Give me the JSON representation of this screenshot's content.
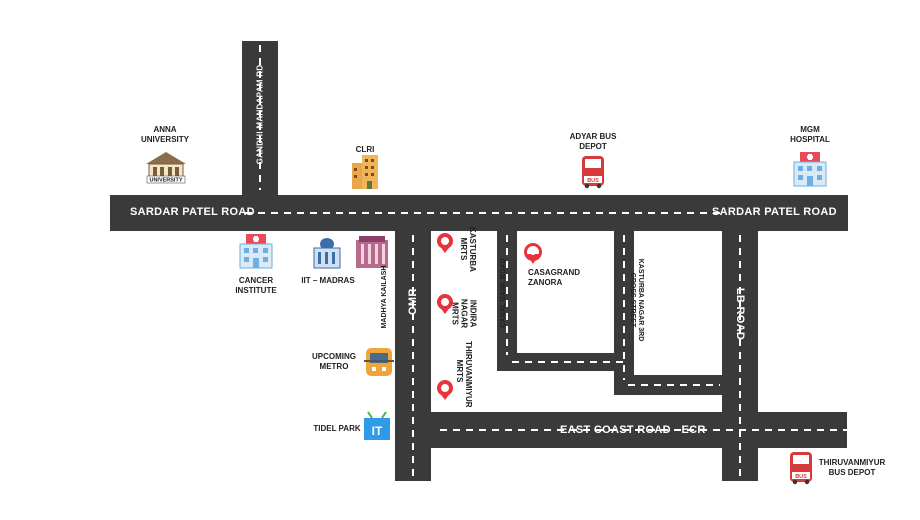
{
  "roads": {
    "sardar_patel_left": "SARDAR PATEL ROAD",
    "sardar_patel_right": "SARDAR PATEL ROAD",
    "gandhi_mandapam": "GANDHI MANDAPAM RD",
    "omr": "OMR",
    "madhya_kailash": "MADHYA KAILASH",
    "canal_bank": "CANAL BANK ROAD",
    "kasturba_cross": "KASTURBA NAGAR 3RD CROSS STREET",
    "lb_road": "LB ROAD",
    "ecr": "EAST COAST ROAD - ECR"
  },
  "landmarks": {
    "anna_university": "ANNA\nUNIVERSITY",
    "clri": "CLRI",
    "adyar_bus_depot": "ADYAR BUS\nDEPOT",
    "mgm_hospital": "MGM\nHOSPITAL",
    "cancer_institute": "CANCER\nINSTITUTE",
    "iit_madras": "IIT – MADRAS",
    "upcoming_metro": "UPCOMING\nMETRO",
    "tidel_park": "TIDEL PARK",
    "thiruvanmiyur_bus_depot": "THIRUVANMIYUR\nBUS DEPOT",
    "project": "CASAGRAND\nZANORA"
  },
  "mrts": {
    "kasturba": "KASTURBA\nMRTS",
    "indira_nagar": "INDIRA\nNAGAR\nMRTS",
    "thiruvanmiyur": "THIRUVANMIYUR\nMRTS"
  },
  "icons": {
    "bus_badge": "BUS",
    "it_badge": "IT"
  },
  "colors": {
    "road": "#3a3a3a",
    "dash": "#ffffff",
    "pin": "#e8333b",
    "hospital": "#6ab0e6",
    "bus": "#d63a3a"
  }
}
